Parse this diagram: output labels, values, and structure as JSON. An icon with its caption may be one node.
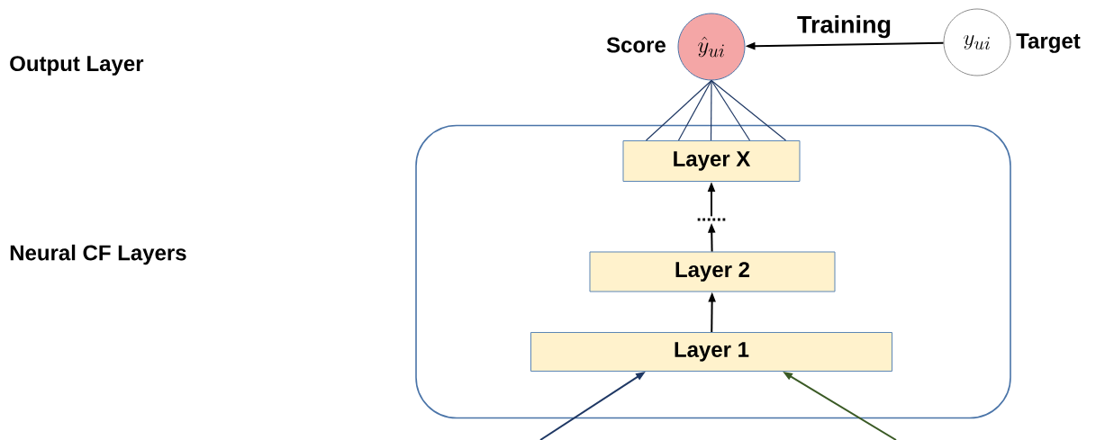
{
  "diagram": {
    "nodes": [
      {
        "text": [],
        "shape": "box"
      },
      {
        "text": [
          "\\hat{y}_{ui}"
        ],
        "beside": [
          "Score"
        ]
      },
      {
        "text": [
          "y_{ui}"
        ],
        "beside": [
          "Target"
        ]
      },
      {
        "text": [
          "Layer X"
        ],
        "in": 0
      },
      {
        "text": [
          "......"
        ],
        "in": 0
      },
      {
        "text": [
          "Layer 2"
        ],
        "in": 0
      },
      {
        "text": [
          "Layer 1"
        ],
        "in": 0
      }
    ],
    "edges": [
      {
        "from": 2,
        "to": 1,
        "arrow": "to",
        "label": "Training",
        "color": "#000000"
      },
      {
        "from": 3,
        "to": 1,
        "arrow": "none"
      },
      {
        "from": 3,
        "to": 1,
        "arrow": "none"
      },
      {
        "from": 3,
        "to": 1,
        "arrow": "none"
      },
      {
        "from": 3,
        "to": 1,
        "arrow": "none"
      },
      {
        "from": 3,
        "to": 1,
        "arrow": "none"
      },
      {
        "from": 4,
        "to": 3,
        "arrow": "to",
        "color": "#000000"
      },
      {
        "from": 5,
        "to": 4,
        "arrow": "to",
        "color": "#000000"
      },
      {
        "from": 6,
        "to": 5,
        "arrow": "to",
        "color": "#000000"
      },
      {
        "from": null,
        "to": 6,
        "arrow": "to"
      },
      {
        "from": null,
        "to": 6,
        "arrow": "to",
        "color": "#3a5a25"
      }
    ],
    "labels": [
      "Output Layer",
      "Neural CF Layers"
    ]
  }
}
